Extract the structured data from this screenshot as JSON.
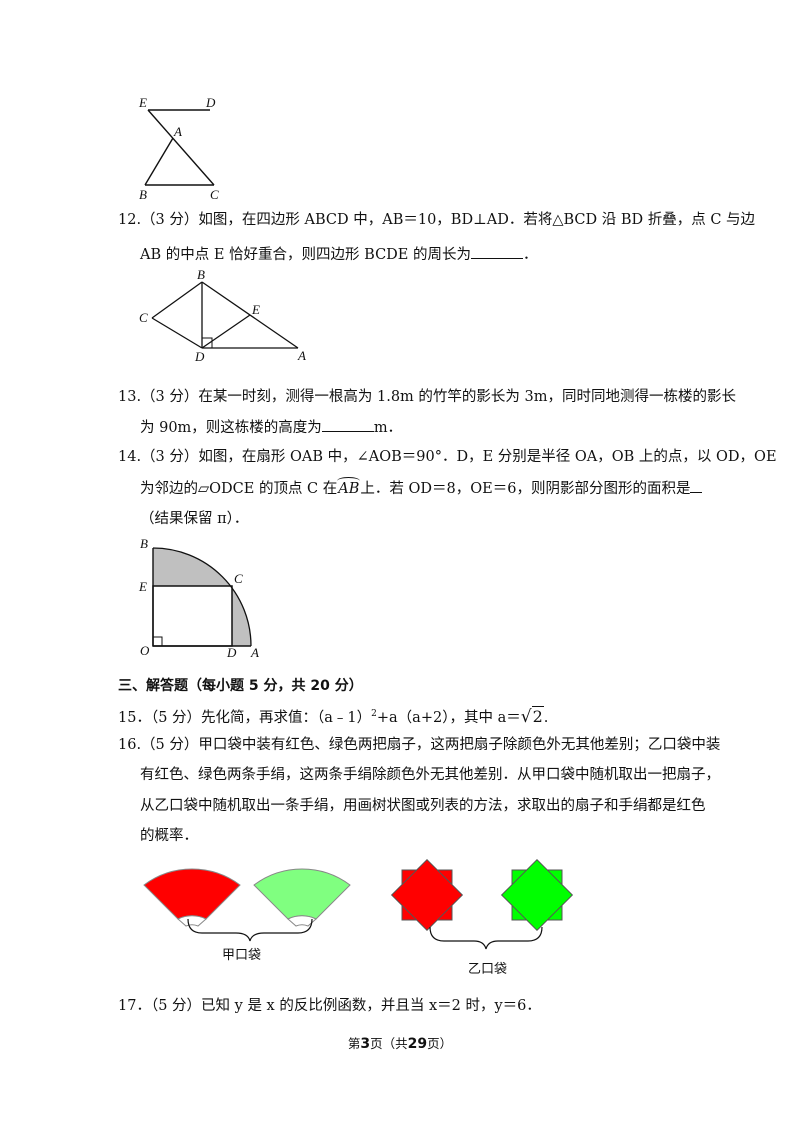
{
  "fig11": {
    "labels": {
      "E": "E",
      "D": "D",
      "A": "A",
      "B": "B",
      "C": "C"
    }
  },
  "q12": {
    "line1": "12.（3 分）如图，在四边形 ABCD 中，AB＝10，BD⊥AD．若将△BCD 沿 BD 折叠，点 C 与边",
    "line2": "AB 的中点 E 恰好重合，则四边形 BCDE 的周长为",
    "line2_end": "．",
    "fig_labels": {
      "B": "B",
      "C": "C",
      "E": "E",
      "D": "D",
      "A": "A"
    }
  },
  "q13": {
    "line1": "13.（3 分）在某一时刻，测得一根高为 1.8m 的竹竿的影长为 3m，同时同地测得一栋楼的影长",
    "line2_start": "为 90m，则这栋楼的高度为",
    "line2_end": "m．"
  },
  "q14": {
    "line1": "14.（3 分）如图，在扇形 OAB 中，∠AOB＝90°．D，E 分别是半径 OA，OB 上的点，以 OD，OE",
    "line2_a": "为邻边的▱ODCE 的顶点 C 在",
    "line2_arc": "AB",
    "line2_b": "上．若 OD＝8，OE＝6，则阴影部分图形的面积是",
    "line3": "（结果保留 π）．",
    "fig_labels": {
      "B": "B",
      "E": "E",
      "C": "C",
      "O": "O",
      "D": "D",
      "A": "A"
    }
  },
  "section3": {
    "heading": "三、解答题（每小题 5 分，共 20 分）"
  },
  "q15": {
    "text_a": "15．（5 分）先化简，再求值：（a﹣1）",
    "sup": "2",
    "text_b": "+a（a+2），其中 a＝",
    "sqrt_val": "2",
    "end": "."
  },
  "q16": {
    "line1": "16.（5 分）甲口袋中装有红色、绿色两把扇子，这两把扇子除颜色外无其他差别；乙口袋中装",
    "line2": "有红色、绿色两条手绢，这两条手绢除颜色外无其他差别．从甲口袋中随机取出一把扇子，",
    "line3": "从乙口袋中随机取出一条手绢，用画树状图或列表的方法，求取出的扇子和手绢都是红色",
    "line4": "的概率．",
    "bag_a": "甲口袋",
    "bag_b": "乙口袋",
    "colors": {
      "red": "#ff0000",
      "green": "#80ff80",
      "bright_green": "#00ff00"
    }
  },
  "q17": {
    "text": "17．（5 分）已知 y 是 x 的反比例函数，并且当 x＝2 时，y＝6．"
  },
  "footer": {
    "pre": "第",
    "page": "3",
    "mid": "页（共",
    "total": "29",
    "post": "页）"
  }
}
